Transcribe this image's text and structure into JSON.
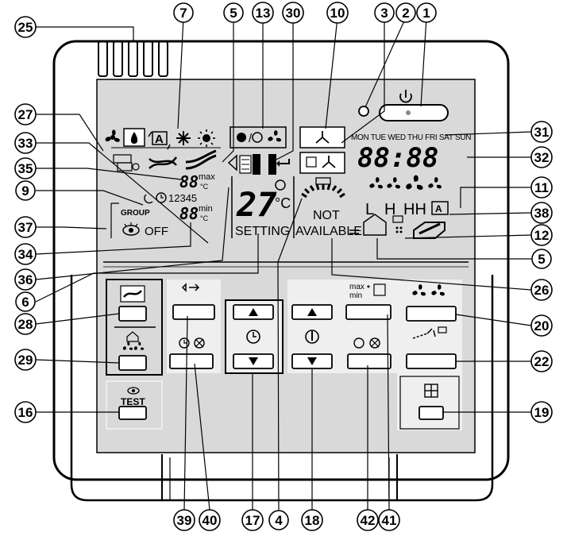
{
  "colors": {
    "panel_gray": "#d9d9d9",
    "device_outline": "#000000",
    "background": "#ffffff"
  },
  "callouts": [
    {
      "id": "c1",
      "number": "1"
    },
    {
      "id": "c2",
      "number": "2"
    },
    {
      "id": "c3",
      "number": "3"
    },
    {
      "id": "c10",
      "number": "10"
    },
    {
      "id": "c30",
      "number": "30"
    },
    {
      "id": "c13",
      "number": "13"
    },
    {
      "id": "c5a",
      "number": "5"
    },
    {
      "id": "c7",
      "number": "7"
    },
    {
      "id": "c25",
      "number": "25"
    },
    {
      "id": "c27",
      "number": "27"
    },
    {
      "id": "c33",
      "number": "33"
    },
    {
      "id": "c35",
      "number": "35"
    },
    {
      "id": "c9",
      "number": "9"
    },
    {
      "id": "c37",
      "number": "37"
    },
    {
      "id": "c34",
      "number": "34"
    },
    {
      "id": "c36",
      "number": "36"
    },
    {
      "id": "c6",
      "number": "6"
    },
    {
      "id": "c28",
      "number": "28"
    },
    {
      "id": "c29",
      "number": "29"
    },
    {
      "id": "c16",
      "number": "16"
    },
    {
      "id": "c31",
      "number": "31"
    },
    {
      "id": "c32",
      "number": "32"
    },
    {
      "id": "c11",
      "number": "11"
    },
    {
      "id": "c38",
      "number": "38"
    },
    {
      "id": "c12",
      "number": "12"
    },
    {
      "id": "c5b",
      "number": "5"
    },
    {
      "id": "c26",
      "number": "26"
    },
    {
      "id": "c20",
      "number": "20"
    },
    {
      "id": "c22",
      "number": "22"
    },
    {
      "id": "c19",
      "number": "19"
    },
    {
      "id": "c39",
      "number": "39"
    },
    {
      "id": "c40",
      "number": "40"
    },
    {
      "id": "c17",
      "number": "17"
    },
    {
      "id": "c4",
      "number": "4"
    },
    {
      "id": "c18",
      "number": "18"
    },
    {
      "id": "c42",
      "number": "42"
    },
    {
      "id": "c41",
      "number": "41"
    }
  ],
  "display": {
    "weekdays": "MON TUE WED THU FRI SAT SUN",
    "clock": "88:88",
    "set_temperature": "27",
    "temp_unit": "°C",
    "setting_label": "SETTING",
    "not_label": "NOT",
    "available_label": "AVAILABLE",
    "max_temp": "88",
    "max_label": "max",
    "min_temp": "88",
    "min_label": "min",
    "small_unit": "°C",
    "schedule_days": "12345",
    "group_label": "GROUP",
    "off_label": "OFF",
    "fan_speed_low": "L",
    "fan_speed_high": "H",
    "fan_speed_hh": "HH"
  },
  "buttons": {
    "test_label": "TEST",
    "max_min_top": "max",
    "max_min_bottom": "min"
  },
  "icons": {
    "power": "power-icon",
    "fan": "fan-icon",
    "dry": "droplet-icon",
    "auto": "auto-icon",
    "cool": "snowflake-icon",
    "heat": "sun-icon",
    "thermometer": "thermometer-icon",
    "timer": "clock-icon",
    "swing": "airflow-swing-icon",
    "grid": "grid-icon"
  }
}
